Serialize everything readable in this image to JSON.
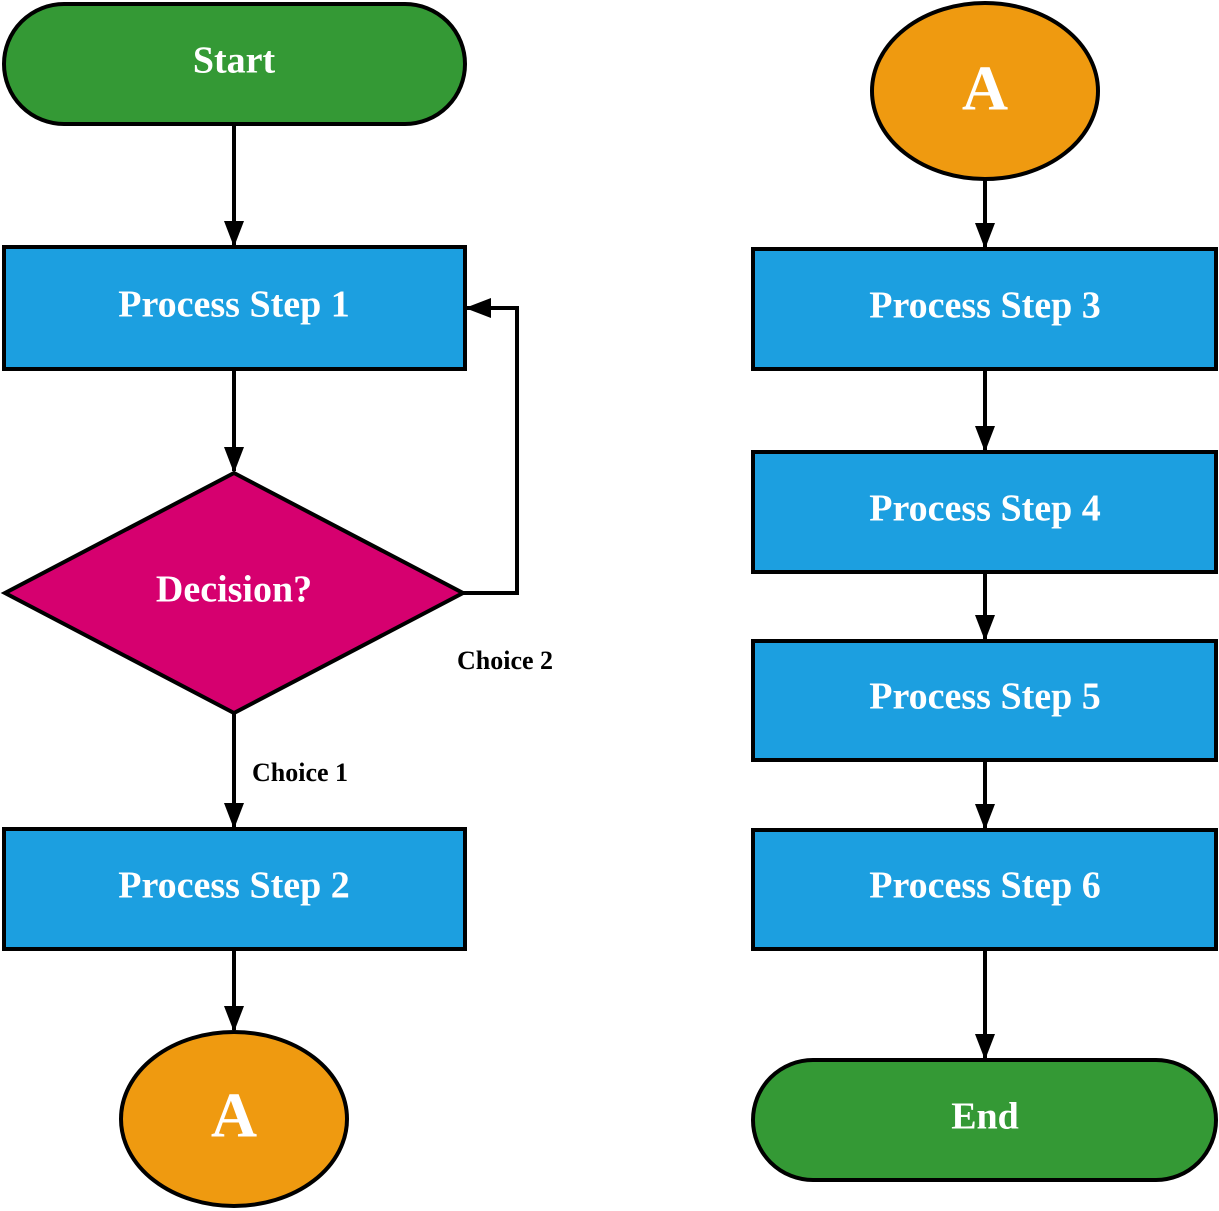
{
  "colors": {
    "terminator": "#349935",
    "process": "#1c9fe0",
    "decision": "#d6006f",
    "connector": "#ef9a10",
    "line": "#000000",
    "text_on_shape": "#ffffff",
    "branch_label": "#000000"
  },
  "nodes": {
    "start": "Start",
    "step1": "Process Step 1",
    "decision": "Decision?",
    "step2": "Process Step 2",
    "connector_out": "A",
    "connector_in": "A",
    "step3": "Process Step 3",
    "step4": "Process Step 4",
    "step5": "Process Step 5",
    "step6": "Process Step 6",
    "end": "End"
  },
  "edge_labels": {
    "choice1": "Choice 1",
    "choice2": "Choice 2"
  }
}
